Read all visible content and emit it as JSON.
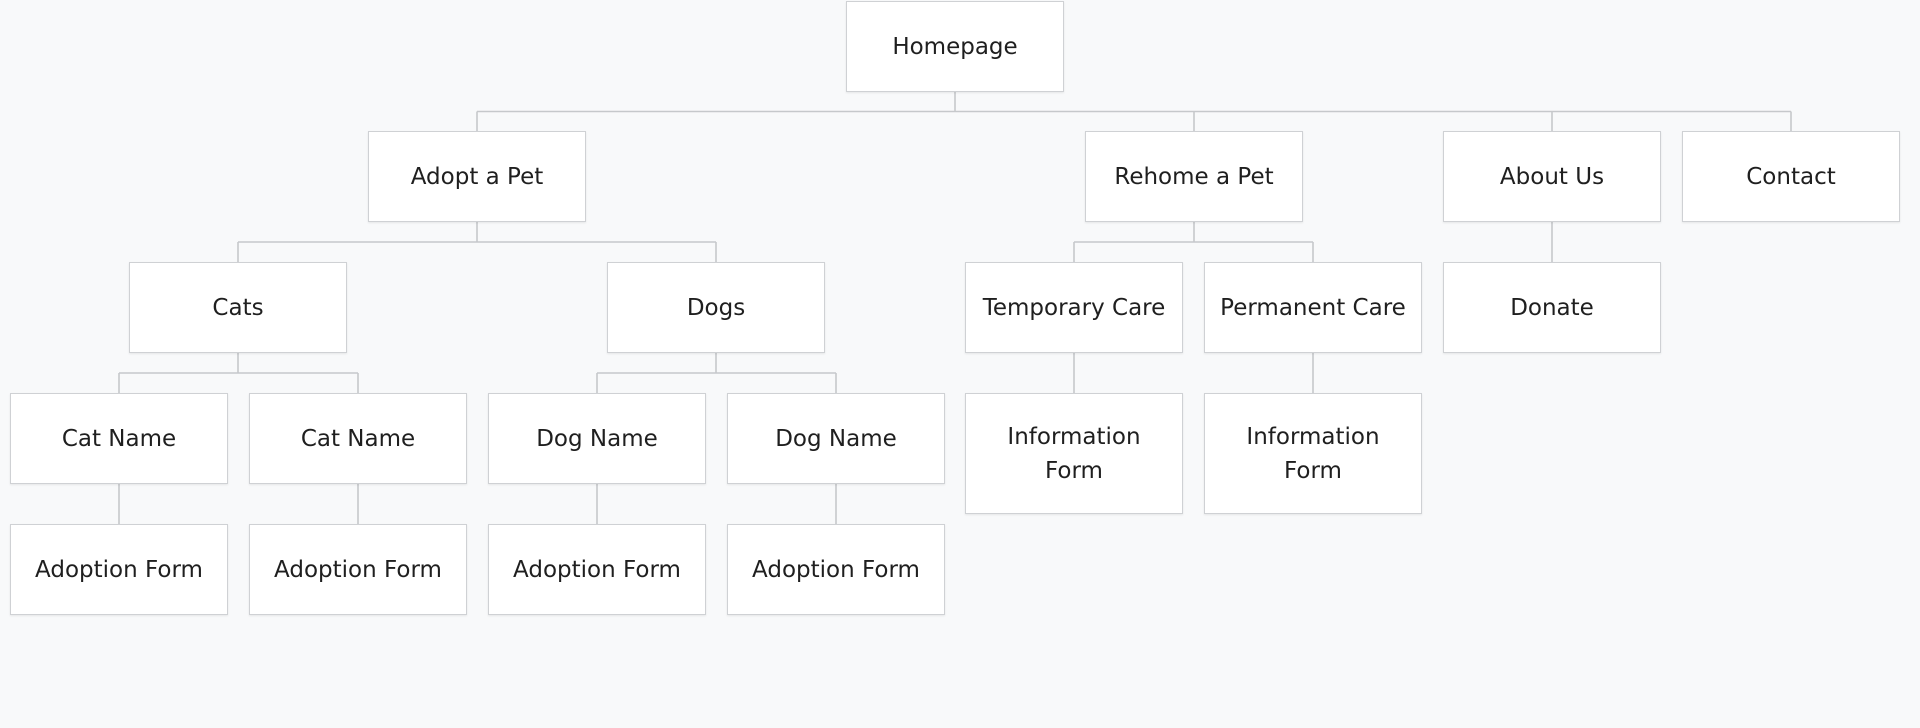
{
  "diagram": {
    "nodes": [
      {
        "id": "homepage",
        "label": "Homepage",
        "parent": null
      },
      {
        "id": "adopt",
        "label": "Adopt a Pet",
        "parent": "homepage"
      },
      {
        "id": "rehome",
        "label": "Rehome a Pet",
        "parent": "homepage"
      },
      {
        "id": "about",
        "label": "About Us",
        "parent": "homepage"
      },
      {
        "id": "contact",
        "label": "Contact",
        "parent": "homepage"
      },
      {
        "id": "cats",
        "label": "Cats",
        "parent": "adopt"
      },
      {
        "id": "dogs",
        "label": "Dogs",
        "parent": "adopt"
      },
      {
        "id": "temp_care",
        "label": "Temporary Care",
        "parent": "rehome"
      },
      {
        "id": "perm_care",
        "label": "Permanent Care",
        "parent": "rehome"
      },
      {
        "id": "donate",
        "label": "Donate",
        "parent": "about"
      },
      {
        "id": "cat_name_1",
        "label": "Cat Name",
        "parent": "cats"
      },
      {
        "id": "cat_name_2",
        "label": "Cat Name",
        "parent": "cats"
      },
      {
        "id": "dog_name_1",
        "label": "Dog Name",
        "parent": "dogs"
      },
      {
        "id": "dog_name_2",
        "label": "Dog Name",
        "parent": "dogs"
      },
      {
        "id": "info_form_1",
        "label": "Information Form",
        "parent": "temp_care"
      },
      {
        "id": "info_form_2",
        "label": "Information Form",
        "parent": "perm_care"
      },
      {
        "id": "adoption_form_1",
        "label": "Adoption Form",
        "parent": "cat_name_1"
      },
      {
        "id": "adoption_form_2",
        "label": "Adoption Form",
        "parent": "cat_name_2"
      },
      {
        "id": "adoption_form_3",
        "label": "Adoption Form",
        "parent": "dog_name_1"
      },
      {
        "id": "adoption_form_4",
        "label": "Adoption Form",
        "parent": "dog_name_2"
      }
    ]
  }
}
